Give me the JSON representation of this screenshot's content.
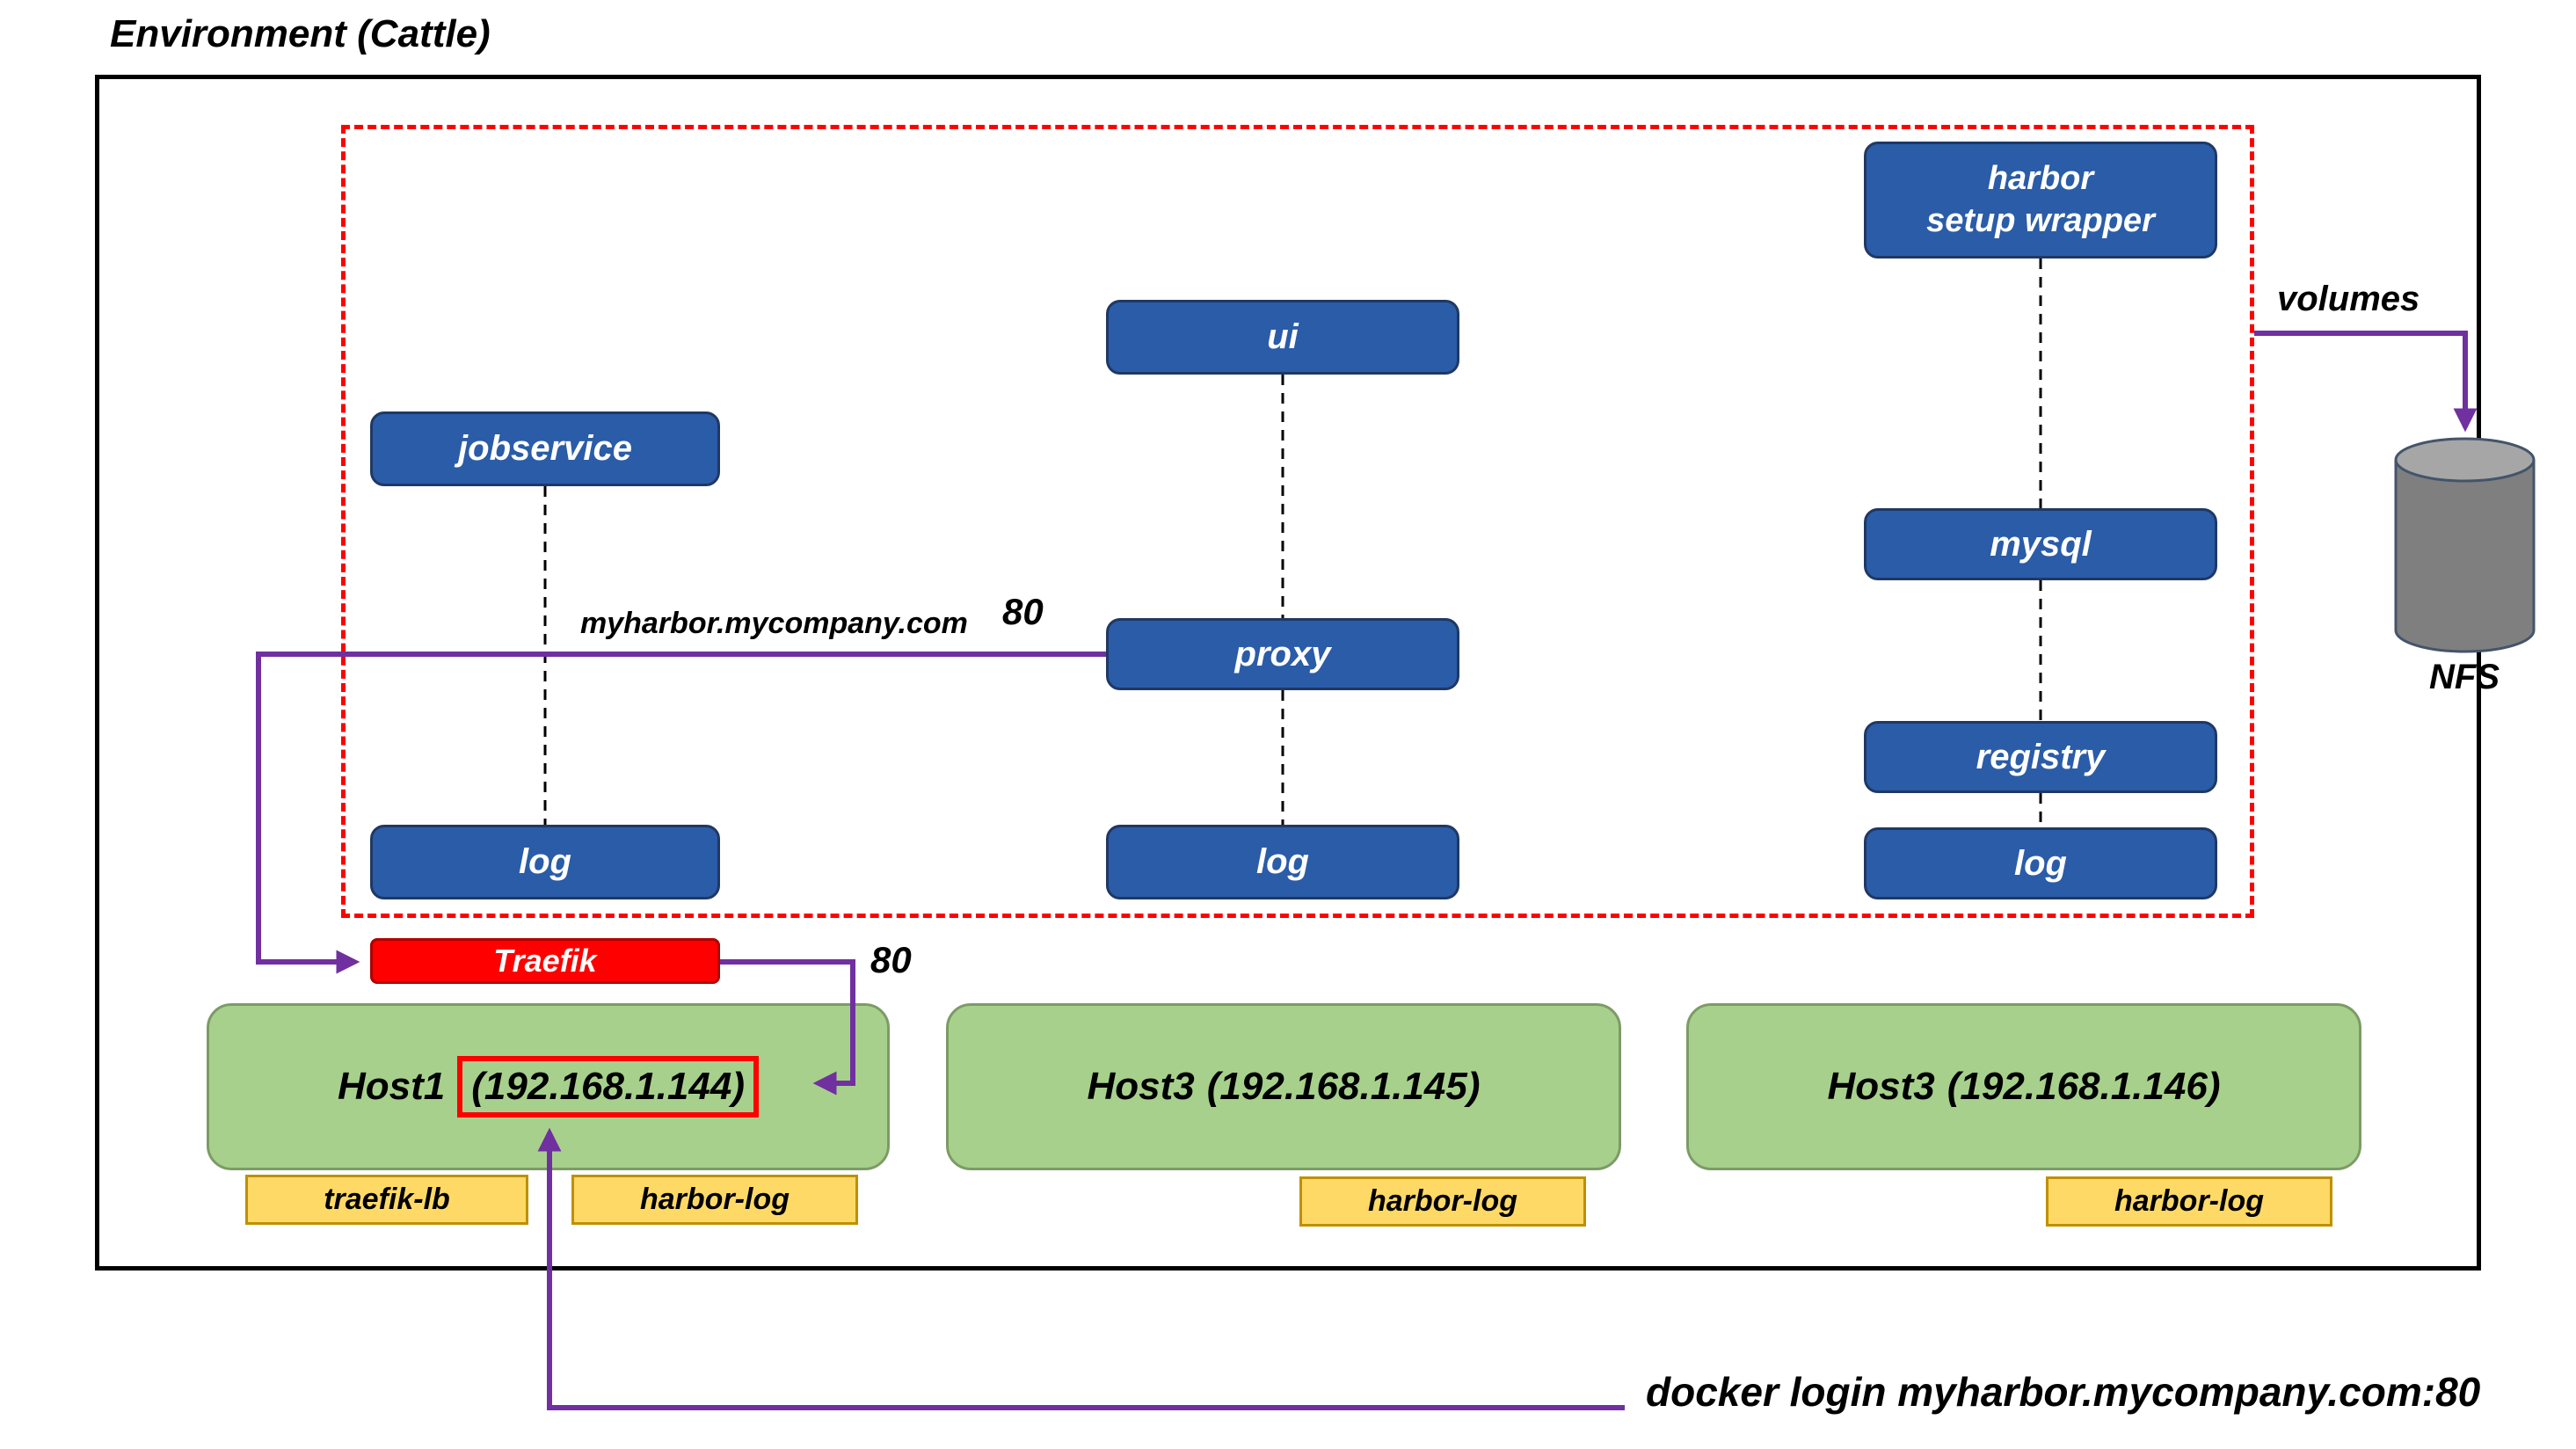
{
  "title": "Environment (Cattle)",
  "services": {
    "harbor_setup_wrapper": {
      "line1": "harbor",
      "line2": "setup wrapper"
    },
    "ui": "ui",
    "jobservice": "jobservice",
    "proxy": "proxy",
    "mysql": "mysql",
    "registry": "registry",
    "log_left": "log",
    "log_middle": "log",
    "log_right": "log"
  },
  "loadbalancer": {
    "label": "Traefik"
  },
  "storage": {
    "nfs": "NFS"
  },
  "annotations": {
    "url": "myharbor.mycompany.com",
    "port_proxy": "80",
    "port_traefik": "80",
    "volumes": "volumes",
    "docker_login": "docker login myharbor.mycompany.com:80"
  },
  "hosts": [
    {
      "name": "Host1",
      "ip": "(192.168.1.144)",
      "tags": [
        "traefik-lb",
        "harbor-log"
      ]
    },
    {
      "name": "Host3",
      "ip": "(192.168.1.145)",
      "tags": [
        "harbor-log"
      ]
    },
    {
      "name": "Host3",
      "ip": "(192.168.1.146)",
      "tags": [
        "harbor-log"
      ]
    }
  ],
  "colors": {
    "service_blue": "#2A5CA8",
    "service_border": "#1F3864",
    "traefik_red": "#FF0000",
    "host_green": "#A8D08D",
    "tag_yellow": "#FFD966",
    "tag_border": "#BF9000",
    "connector_purple": "#7030A0",
    "dashed_red": "#FF0000"
  }
}
